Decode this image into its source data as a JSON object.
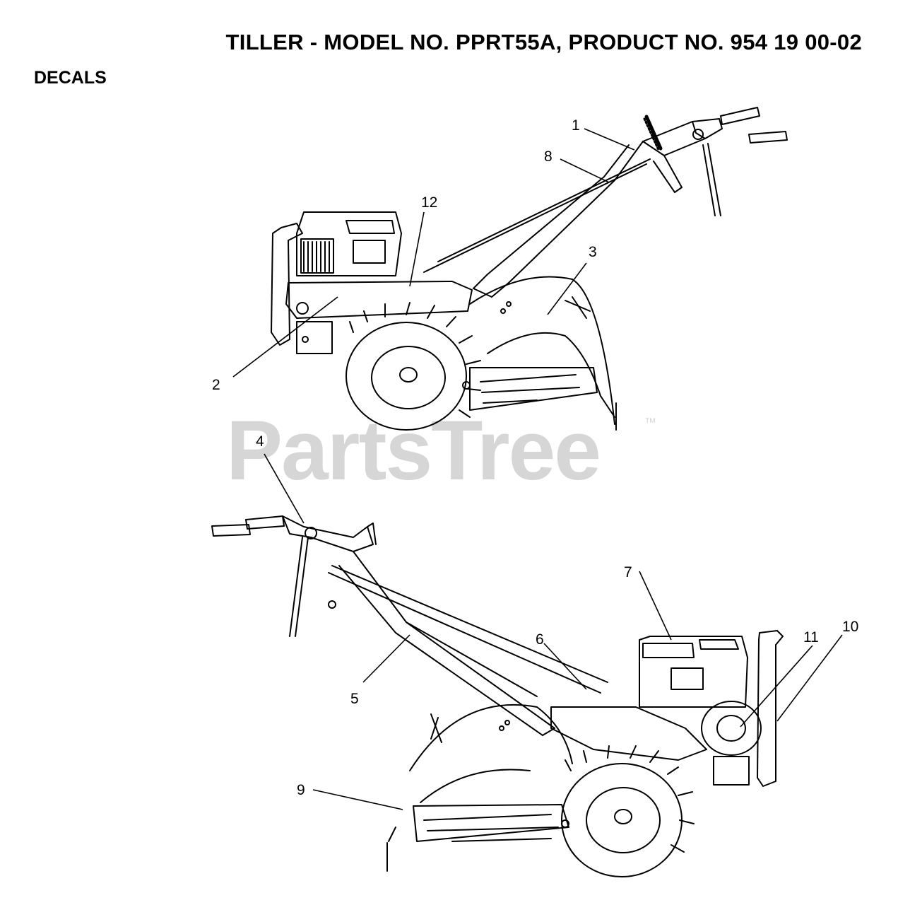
{
  "header": {
    "title": "TILLER - MODEL NO. PPRT55A, PRODUCT NO. 954 19 00-02",
    "section": "DECALS"
  },
  "watermark": {
    "text": "PartsTree",
    "tm": "™"
  },
  "callouts": [
    "1",
    "2",
    "3",
    "4",
    "5",
    "6",
    "7",
    "8",
    "9",
    "10",
    "11",
    "12"
  ],
  "colors": {
    "line": "#000000",
    "watermark": "#d6d6d6",
    "background": "#ffffff"
  }
}
